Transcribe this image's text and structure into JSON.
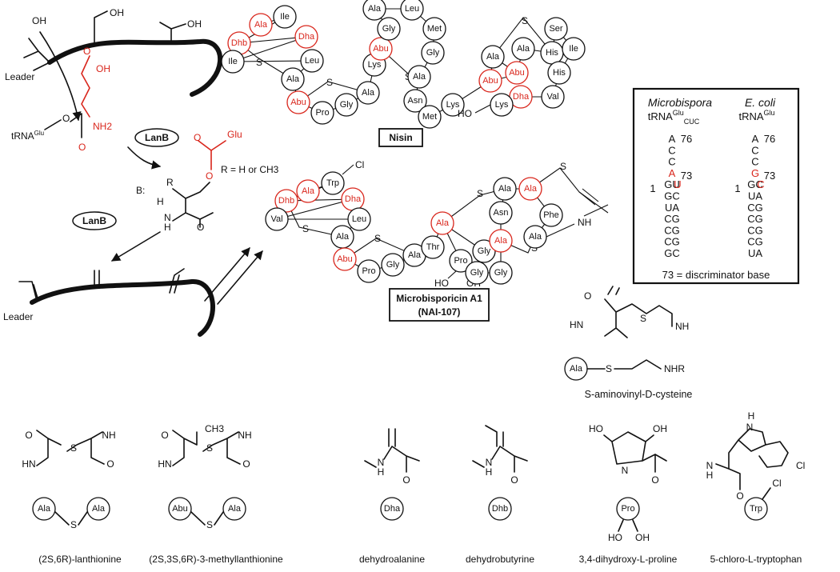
{
  "biosynthesis": {
    "leader_top": "Leader",
    "leader_bottom": "Leader",
    "trna_label": "tRNA",
    "trna_sup": "Glu",
    "nh2": "NH2",
    "oh_top": "OH",
    "oh_left": "OH",
    "oh_mid": "OH",
    "oh_right": "OH",
    "o_ester": "O",
    "o_carbonyl": "O",
    "cooh": "OH",
    "enzyme_1": "LanB",
    "enzyme_2": "LanB",
    "glu": "Glu",
    "r_definition": "R = H or CH3",
    "base": "B:",
    "h": "H",
    "r": "R",
    "nh": "N",
    "nh_h": "H",
    "o_lower": "O",
    "o_ring": "O",
    "o_ring2": "O"
  },
  "nisin": {
    "name": "Nisin",
    "residues": [
      {
        "label": "Ala",
        "mod": true
      },
      {
        "label": "Ile",
        "mod": false
      },
      {
        "label": "Dhb",
        "mod": true
      },
      {
        "label": "Dha",
        "mod": true
      },
      {
        "label": "Ile",
        "mod": false
      },
      {
        "label": "Leu",
        "mod": false
      },
      {
        "label": "Ala",
        "mod": false
      },
      {
        "label": "Abu",
        "mod": true
      },
      {
        "label": "Pro",
        "mod": false
      },
      {
        "label": "Gly",
        "mod": false
      },
      {
        "label": "Ala",
        "mod": false
      },
      {
        "label": "Lys",
        "mod": false
      },
      {
        "label": "Abu",
        "mod": true
      },
      {
        "label": "Gly",
        "mod": false
      },
      {
        "label": "Ala",
        "mod": false
      },
      {
        "label": "Leu",
        "mod": false
      },
      {
        "label": "Met",
        "mod": false
      },
      {
        "label": "Gly",
        "mod": false
      },
      {
        "label": "Ala",
        "mod": false
      },
      {
        "label": "Asn",
        "mod": false
      },
      {
        "label": "Met",
        "mod": false
      },
      {
        "label": "Lys",
        "mod": false
      },
      {
        "label": "Abu",
        "mod": true
      },
      {
        "label": "Ala",
        "mod": false
      },
      {
        "label": "Abu",
        "mod": true
      },
      {
        "label": "Ala",
        "mod": false
      },
      {
        "label": "His",
        "mod": false
      },
      {
        "label": "Ser",
        "mod": false
      },
      {
        "label": "Ile",
        "mod": false
      },
      {
        "label": "His",
        "mod": false
      },
      {
        "label": "Val",
        "mod": false
      },
      {
        "label": "Dha",
        "mod": true
      },
      {
        "label": "Lys",
        "mod": false
      }
    ],
    "s_labels": [
      "S",
      "S",
      "S",
      "S",
      "S"
    ],
    "ho": "HO"
  },
  "microbisporicin": {
    "name_line1": "Microbisporicin A1",
    "name_line2": "(NAI-107)",
    "residues": [
      {
        "label": "Ala",
        "mod": true
      },
      {
        "label": "Trp",
        "mod": false
      },
      {
        "label": "Dhb",
        "mod": true
      },
      {
        "label": "Dha",
        "mod": true
      },
      {
        "label": "Val",
        "mod": false
      },
      {
        "label": "Leu",
        "mod": false
      },
      {
        "label": "Ala",
        "mod": false
      },
      {
        "label": "Abu",
        "mod": true
      },
      {
        "label": "Pro",
        "mod": false
      },
      {
        "label": "Gly",
        "mod": false
      },
      {
        "label": "Ala",
        "mod": false
      },
      {
        "label": "Thr",
        "mod": false
      },
      {
        "label": "Ala",
        "mod": true
      },
      {
        "label": "Pro",
        "mod": false
      },
      {
        "label": "Gly",
        "mod": false
      },
      {
        "label": "Gly",
        "mod": false
      },
      {
        "label": "Gly",
        "mod": false
      },
      {
        "label": "Ala",
        "mod": true
      },
      {
        "label": "Asn",
        "mod": false
      },
      {
        "label": "Ala",
        "mod": false
      },
      {
        "label": "Ala",
        "mod": true
      },
      {
        "label": "Phe",
        "mod": false
      },
      {
        "label": "Ala",
        "mod": false
      }
    ],
    "s_labels": [
      "S",
      "S",
      "S",
      "S",
      "S"
    ],
    "cl": "Cl",
    "ho": "HO",
    "oh": "OH",
    "nh": "NH"
  },
  "trna_box": {
    "col1_title": "Microbispora",
    "col1_trna": "tRNA",
    "col1_sup": "Glu",
    "col1_sub": "CUC",
    "col2_title": "E. coli",
    "col2_trna": "tRNA",
    "col2_sup": "Glu",
    "col1_seq": [
      {
        "text": "A",
        "red": false
      },
      {
        "text": "C",
        "red": false
      },
      {
        "text": "C",
        "red": false
      },
      {
        "text": "A",
        "red": true
      },
      {
        "text": "GU",
        "red": false
      },
      {
        "text": "GC",
        "red": false
      },
      {
        "text": "UA",
        "red": false
      },
      {
        "text": "CG",
        "red": false
      },
      {
        "text": "CG",
        "red": false
      },
      {
        "text": "CG",
        "red": false
      },
      {
        "text": "GC",
        "red": false
      }
    ],
    "col2_seq": [
      {
        "text": "A",
        "red": false
      },
      {
        "text": "C",
        "red": false
      },
      {
        "text": "C",
        "red": false
      },
      {
        "text": "G",
        "red": true
      },
      {
        "text": "GC",
        "red": false
      },
      {
        "text": "UA",
        "red": false
      },
      {
        "text": "CG",
        "red": false
      },
      {
        "text": "CG",
        "red": false
      },
      {
        "text": "CG",
        "red": false
      },
      {
        "text": "CG",
        "red": false
      },
      {
        "text": "UA",
        "red": false
      }
    ],
    "pos_76": "76",
    "pos_73": "73",
    "pos_1": "1",
    "red_u": "U",
    "red_c": "C",
    "footer": "73 = discriminator base"
  },
  "aminovinyl": {
    "o": "O",
    "hn": "HN",
    "s": "S",
    "nh": "NH",
    "ala": "Ala",
    "s2": "S",
    "nhr": "NHR",
    "caption": "S-aminovinyl-D-cysteine"
  },
  "structures": [
    {
      "caption": "(2S,6R)-lanthionine",
      "res1": "Ala",
      "res2": "Ala"
    },
    {
      "caption": "(2S,3S,6R)-3-methyllanthionine",
      "res1": "Abu",
      "res2": "Ala",
      "ch3": "CH3"
    },
    {
      "caption": "dehydroalanine",
      "res1": "Dha"
    },
    {
      "caption": "dehydrobutyrine",
      "res1": "Dhb"
    },
    {
      "caption": "3,4-dihydroxy-L-proline",
      "res1": "Pro",
      "ho": "HO",
      "oh": "OH"
    },
    {
      "caption": "5-chloro-L-tryptophan",
      "res1": "Trp",
      "cl": "Cl",
      "nh": "N",
      "h": "H"
    }
  ],
  "struct_atoms": {
    "o": "O",
    "nh": "NH",
    "hn": "HN",
    "s": "S",
    "n": "N",
    "h": "H",
    "ho": "HO",
    "oh": "OH",
    "cl": "Cl"
  },
  "colors": {
    "modified": "#d9261c",
    "ink": "#111111"
  }
}
